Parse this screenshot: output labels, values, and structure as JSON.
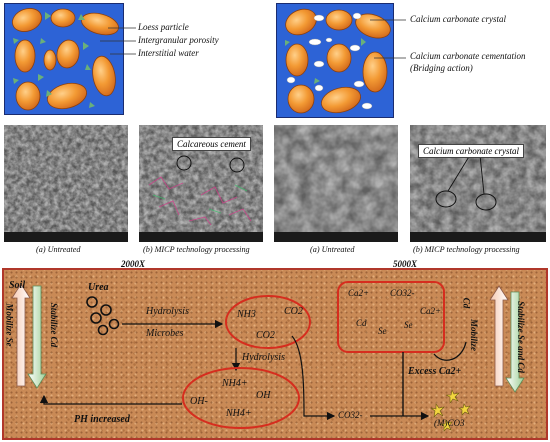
{
  "top_left_legend": {
    "loess_particle": "Loess particle",
    "intergranular_porosity": "Intergranular porosity",
    "interstitial_water": "Interstitial water"
  },
  "top_right_legend": {
    "calcium_carbonate_crystal": "Calcium carbonate crystal",
    "cementation_line1": "Calcium carbonate cementation",
    "cementation_line2": "(Bridging action)"
  },
  "sem": {
    "callout_left": "Calcareous cement",
    "callout_right": "Calcium carbonate crystal",
    "captions": [
      "(a) Untreated",
      "(b) MICP technology processing",
      "(a) Untreated",
      "(b) MICP technology processing"
    ],
    "mag_left": "2000X",
    "mag_right": "5000X"
  },
  "process": {
    "soil": "Soil",
    "mobilize_se": "Mobilize Se",
    "stabilize_cd": "Stabilize Cd",
    "urea": "Urea",
    "hydrolysis_1": "Hydrolysis",
    "microbes": "Microbes",
    "nh3": "NH3",
    "co2_top": "CO2",
    "co2_mid": "CO2",
    "hydrolysis_2": "Hydrolysis",
    "oh_1": "OH-",
    "nh4_1": "NH4+",
    "oh_2": "OH",
    "nh4_2": "NH4+",
    "ph_increased": "PH increased",
    "co3": "CO32-",
    "ca_1": "Ca2+",
    "co3_box": "CO32-",
    "cd_box": "Cd",
    "se_1": "Se",
    "se_2": "Se",
    "ca_2": "Ca2+",
    "cd_right": "Cd",
    "mobilize_right": "Mobilize",
    "stabilize_se_cd": "Stabilize Se and Cd",
    "excess_ca": "Excess Ca2+",
    "mco3": "(M)CO3"
  },
  "colors": {
    "diagram_bg": "#2d63d6",
    "particle": "#f08a28",
    "panel_border": "#b0372a",
    "soil_fill": "#c98a56"
  }
}
